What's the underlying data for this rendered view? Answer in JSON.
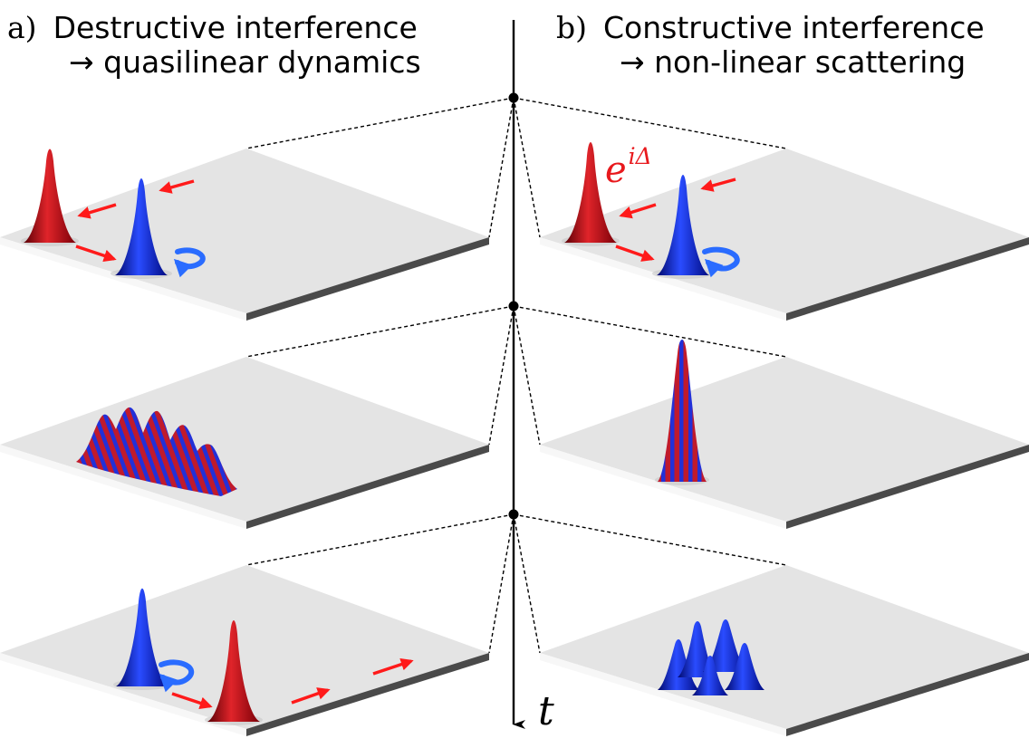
{
  "panels": {
    "a": {
      "tag": "a)",
      "line1": "Destructive interference",
      "line2": "→ quasilinear dynamics"
    },
    "b": {
      "tag": "b)",
      "line1": "Constructive interference",
      "line2": "→ non-linear scattering"
    }
  },
  "phase_label": {
    "base": "e",
    "exponent": "iΔ"
  },
  "time_axis": {
    "label": "t"
  },
  "colors": {
    "red_packet": "#c8141e",
    "blue_packet": "#1630e0",
    "arrow_red": "#ff1a1a",
    "arrow_blue": "#2a6cff",
    "plate_top": "#e4e4e4",
    "plate_edge": "#4a4a4a"
  },
  "icons": [
    "red-gaussian-peak-icon",
    "blue-gaussian-peak-icon",
    "rotation-arrow-icon",
    "motion-arrow-icon"
  ]
}
